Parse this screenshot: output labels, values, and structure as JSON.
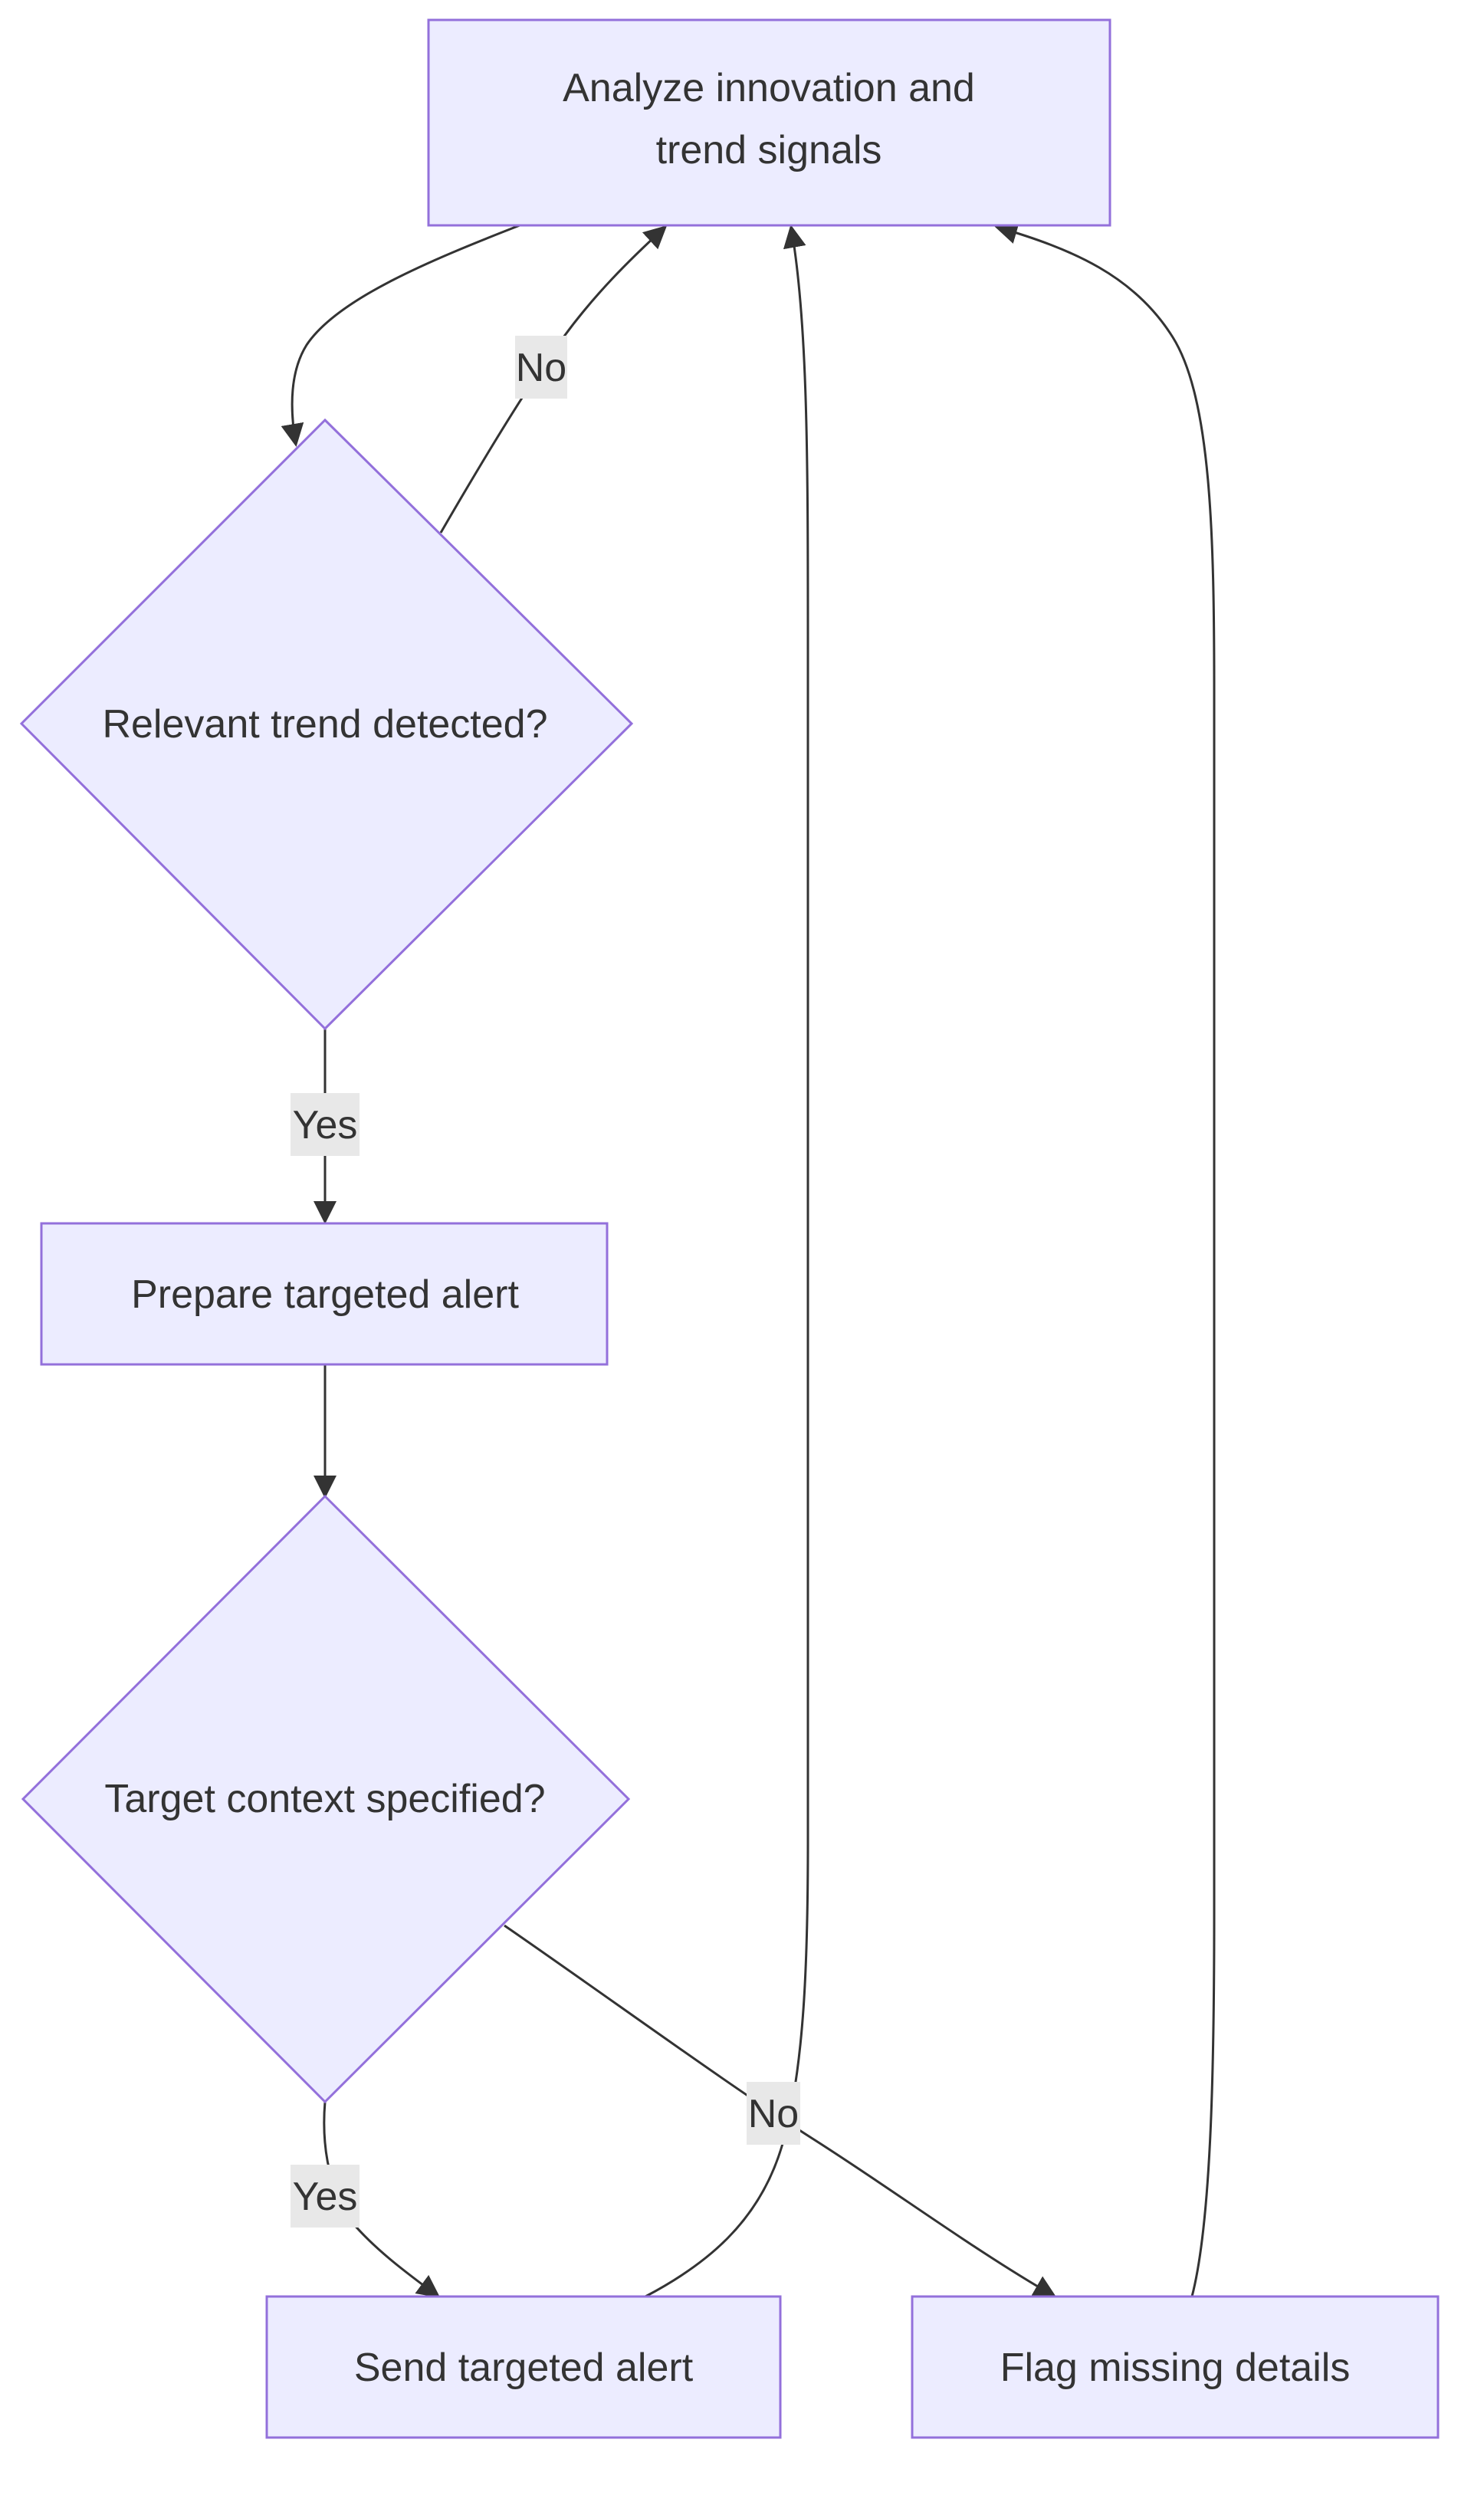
{
  "nodes": {
    "analyze": {
      "lines": [
        "Analyze innovation and",
        "trend signals"
      ]
    },
    "relevant": {
      "label": "Relevant trend detected?"
    },
    "prepare": {
      "label": "Prepare targeted alert"
    },
    "target": {
      "label": "Target context specified?"
    },
    "send": {
      "label": "Send targeted alert"
    },
    "flag": {
      "label": "Flag missing details"
    }
  },
  "edges": {
    "relevant_no": "No",
    "relevant_yes": "Yes",
    "target_yes": "Yes",
    "target_no": "No"
  },
  "colors": {
    "node_fill": "#ececff",
    "node_stroke": "#9370db",
    "edge": "#333333",
    "label_bg": "#e8e8e8",
    "text": "#333333"
  }
}
